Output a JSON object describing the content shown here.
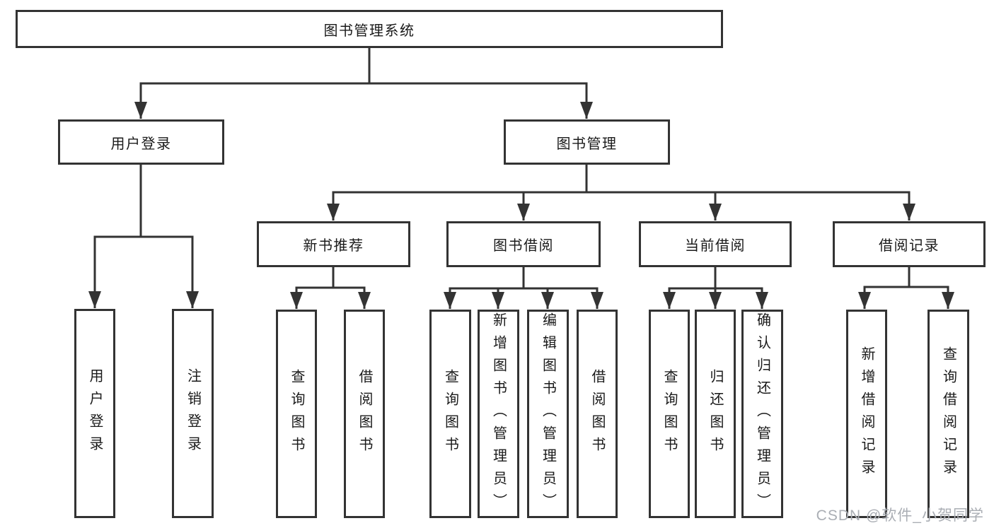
{
  "diagram": {
    "root": {
      "label": "图书管理系统"
    },
    "level2": [
      {
        "label": "用户登录"
      },
      {
        "label": "图书管理"
      }
    ],
    "level3": [
      {
        "label": "新书推荐"
      },
      {
        "label": "图书借阅"
      },
      {
        "label": "当前借阅"
      },
      {
        "label": "借阅记录"
      }
    ],
    "groups": [
      {
        "parent": "用户登录",
        "children": [
          "用户登录",
          "注销登录"
        ]
      },
      {
        "parent": "新书推荐",
        "children": [
          "查询图书",
          "借阅图书"
        ]
      },
      {
        "parent": "图书借阅",
        "children": [
          "查询图书",
          "新增图书（管理员）",
          "编辑图书（管理员）",
          "借阅图书"
        ]
      },
      {
        "parent": "当前借阅",
        "children": [
          "查询图书",
          "归还图书",
          "确认归还（管理员）"
        ]
      },
      {
        "parent": "借阅记录",
        "children": [
          "新增借阅记录",
          "查询借阅记录"
        ]
      }
    ]
  },
  "watermark": "CSDN @软件_小贺同学",
  "colors": {
    "line": "#333333",
    "text": "#1a1a1a",
    "background": "#ffffff",
    "watermark": "#aaaeb4"
  }
}
